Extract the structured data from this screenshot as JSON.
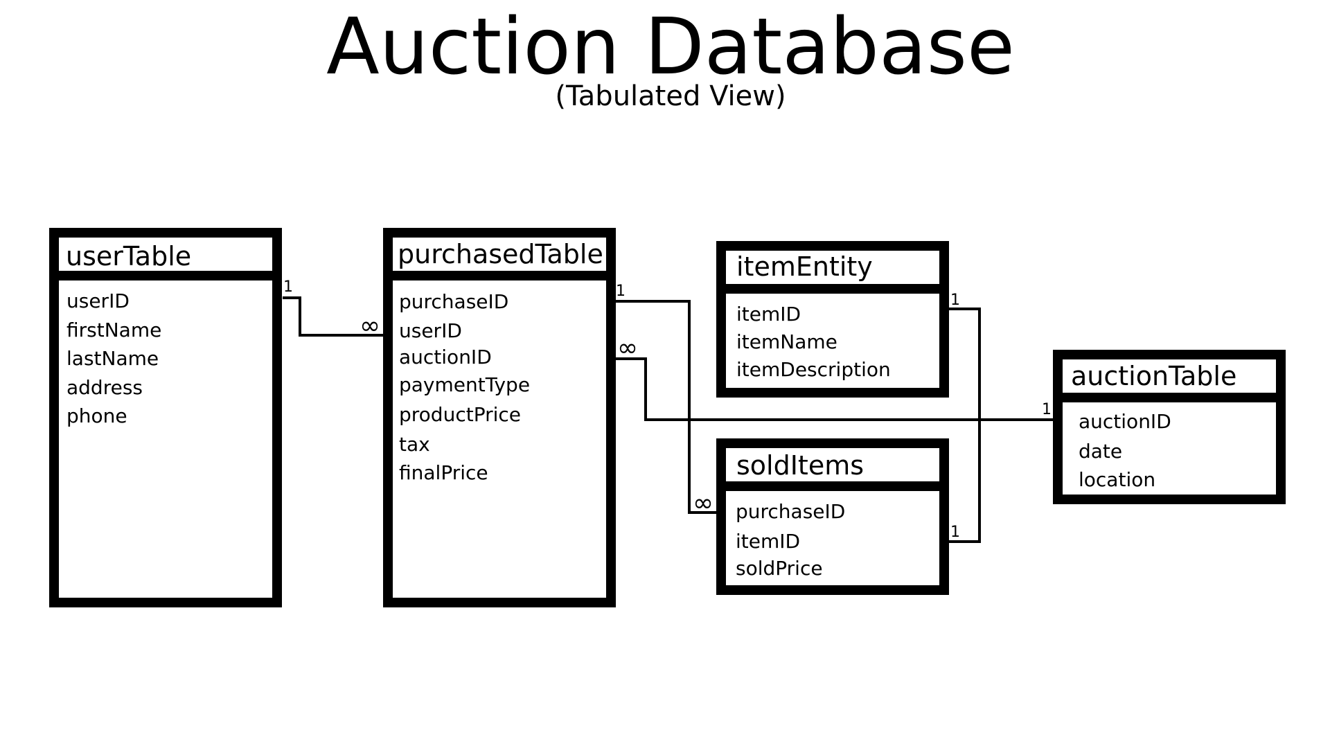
{
  "title": "Auction Database",
  "subtitle": "(Tabulated View)",
  "colors": {
    "ink": "#000000",
    "background": "#ffffff"
  },
  "tables": [
    {
      "name": "userTable",
      "fields": [
        "userID",
        "firstName",
        "lastName",
        "address",
        "phone"
      ]
    },
    {
      "name": "purchasedTable",
      "fields": [
        "purchaseID",
        "userID",
        "auctionID",
        "paymentType",
        "productPrice",
        "tax",
        "finalPrice"
      ]
    },
    {
      "name": "itemEntity",
      "fields": [
        "itemID",
        "itemName",
        "itemDescription"
      ]
    },
    {
      "name": "soldItems",
      "fields": [
        "purchaseID",
        "itemID",
        "soldPrice"
      ]
    },
    {
      "name": "auctionTable",
      "fields": [
        "auctionID",
        "date",
        "location"
      ]
    }
  ],
  "relationships": [
    {
      "from": "userTable",
      "to": "purchasedTable",
      "from_cardinality": "1",
      "to_cardinality": "∞"
    },
    {
      "from": "purchasedTable",
      "to": "soldItems",
      "from_cardinality": "1",
      "to_cardinality": "∞"
    },
    {
      "from": "purchasedTable",
      "to": "auctionTable",
      "from_cardinality": "∞",
      "to_cardinality": "1"
    },
    {
      "from": "itemEntity",
      "to": "soldItems",
      "from_cardinality": "1",
      "to_cardinality": "1"
    }
  ]
}
